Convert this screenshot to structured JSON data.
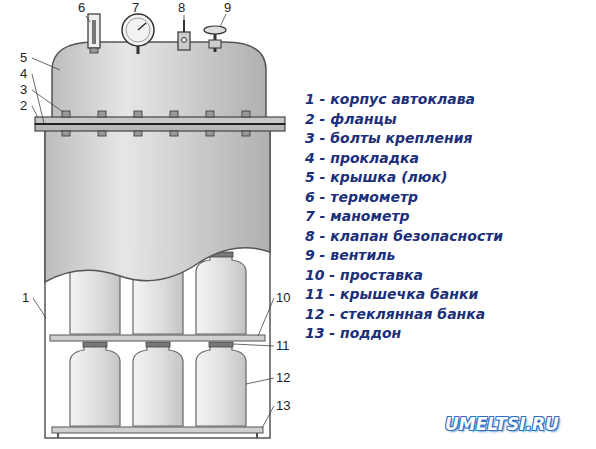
{
  "diagram": {
    "labels": [
      "6",
      "7",
      "8",
      "9",
      "5",
      "4",
      "3",
      "2",
      "1",
      "10",
      "11",
      "12",
      "13",
      "1 - корпус автоклава",
      "2 - фланцы",
      "3 - болты крепления",
      "4 - прокладка",
      "5 - крышка (люк)",
      "6 - термометр",
      "7 - манометр",
      "8 - клапан безопасности",
      "9 - вентиль",
      "10 - проставка",
      "11 - крышечка банки",
      "12 - стеклянная банка",
      "13 - поддон",
      "UMELTSI.RU"
    ]
  }
}
